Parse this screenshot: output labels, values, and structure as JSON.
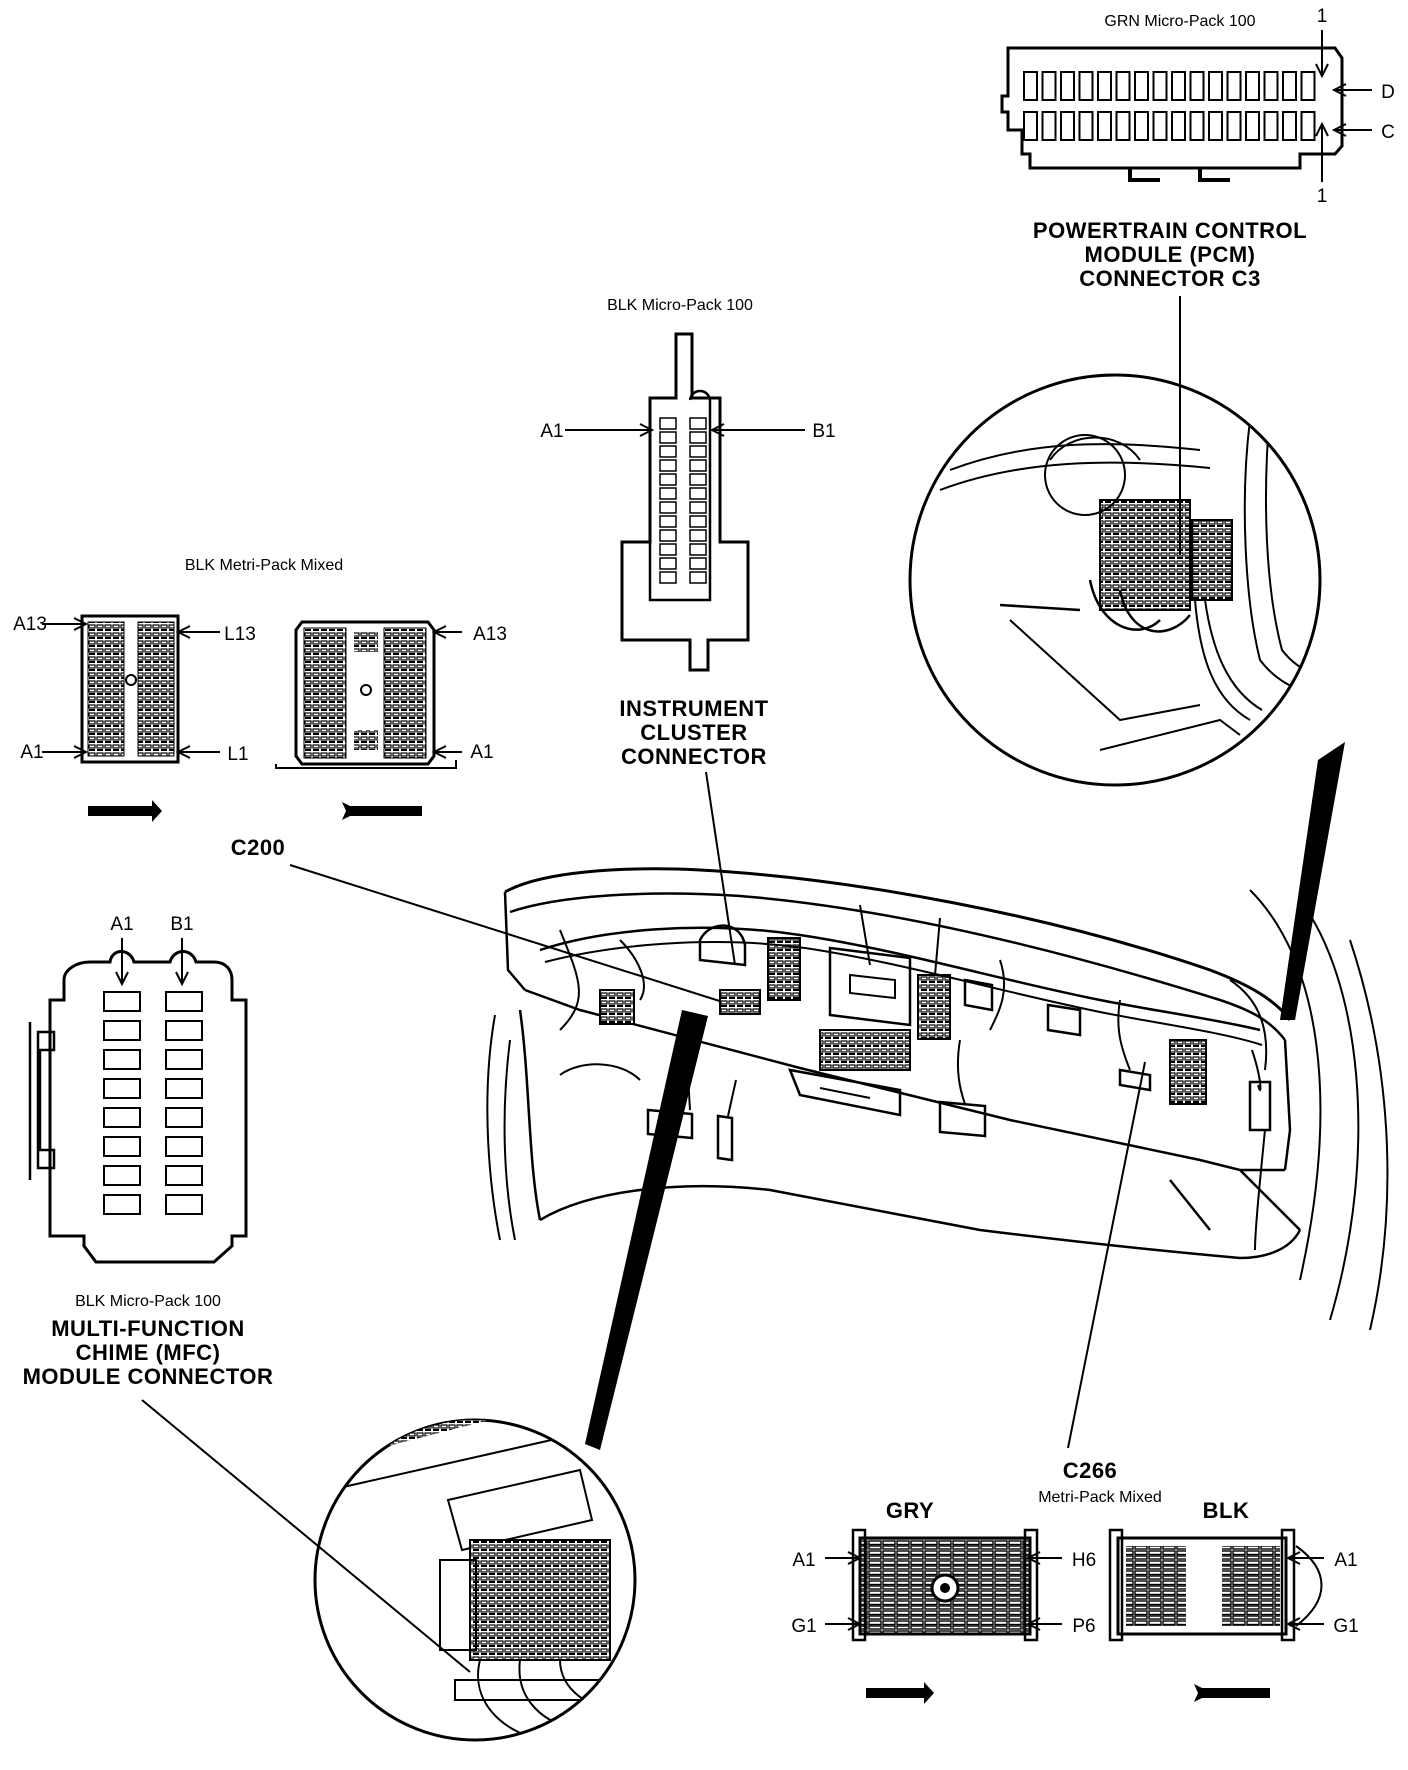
{
  "pcm": {
    "type": "GRN Micro-Pack 100",
    "pin_top": "1",
    "pin_bottom": "1",
    "row_d": "D",
    "row_c": "C",
    "title_lines": [
      "POWERTRAIN CONTROL",
      "MODULE (PCM)",
      "CONNECTOR C3"
    ]
  },
  "cluster": {
    "type": "BLK Micro-Pack 100",
    "pin_left": "A1",
    "pin_right": "B1",
    "title_lines": [
      "INSTRUMENT",
      "CLUSTER",
      "CONNECTOR"
    ]
  },
  "c200": {
    "type": "BLK Metri-Pack Mixed",
    "id": "C200",
    "left_top": "A13",
    "left_bottom": "A1",
    "mid_top": "L13",
    "mid_bottom": "L1",
    "right_top": "A13",
    "right_bottom": "A1"
  },
  "mfc": {
    "pin_a1": "A1",
    "pin_b1": "B1",
    "type": "BLK Micro-Pack 100",
    "title_lines": [
      "MULTI-FUNCTION",
      "CHIME (MFC)",
      "MODULE CONNECTOR"
    ]
  },
  "c266": {
    "id": "C266",
    "type": "Metri-Pack Mixed",
    "left_color": "GRY",
    "right_color": "BLK",
    "g_a1": "A1",
    "g_g1": "G1",
    "g_h6": "H6",
    "g_p6": "P6",
    "b_a1": "A1",
    "b_g1": "G1"
  },
  "colors": {
    "ink": "#000000",
    "paper": "#ffffff"
  }
}
